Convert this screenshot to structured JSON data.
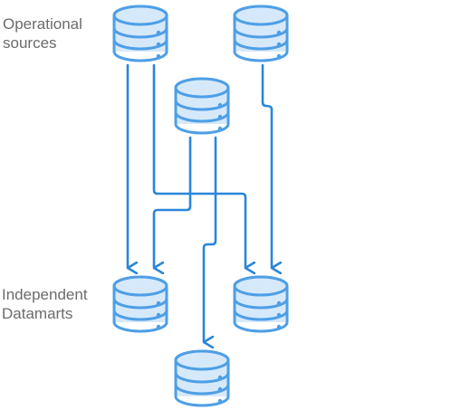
{
  "labels": {
    "sources_line1": "Operational",
    "sources_line2": "sources",
    "datamarts_line1": "Independent",
    "datamarts_line2": "Datamarts"
  },
  "colors": {
    "arrow": "#2a86d9",
    "cylinder_stroke": "#4e9fe6",
    "cylinder_fill": "#d6e9fb",
    "label_text": "#6b6b6b"
  },
  "icons": {
    "source_icon": "database-icon",
    "datamart_icon": "database-icon"
  }
}
